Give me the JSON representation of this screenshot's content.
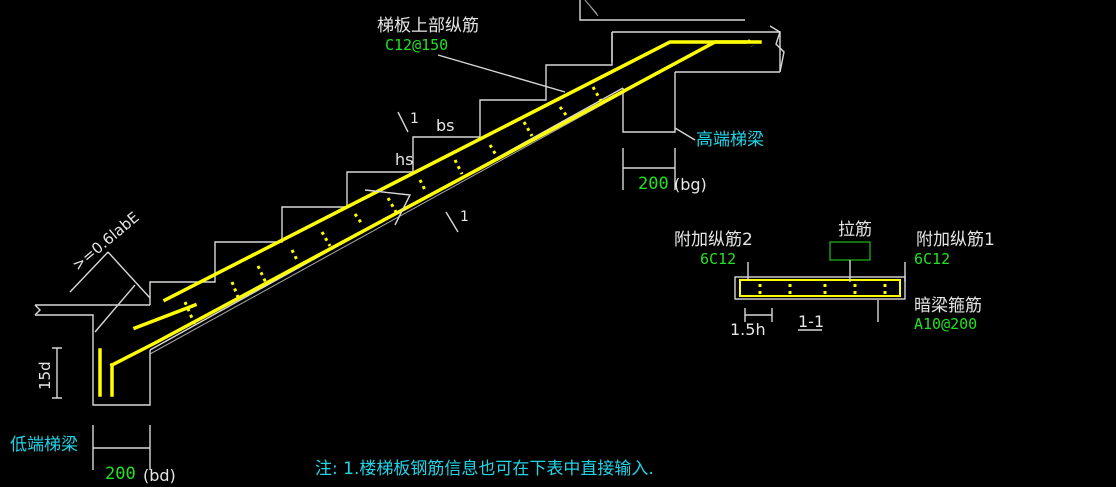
{
  "colors": {
    "background": "#000000",
    "rebar": "#ffff00",
    "outline": "#d8d8d8",
    "value_text": "#22e022",
    "note_text": "#22d3e6"
  },
  "labels": {
    "top_long_rebar": "梯板上部纵筋",
    "top_long_rebar_value": "C12@150",
    "bs": "bs",
    "hs": "hs",
    "section_mark_top": "1",
    "section_mark_bottom": "1",
    "anchor_length": ">=0.6labE",
    "high_end_beam": "高端梯梁",
    "high_end_dim": "200",
    "high_end_dim_suffix": "(bg)",
    "low_end_beam": "低端梯梁",
    "low_end_dim": "200",
    "low_end_dim_suffix": "(bd)",
    "dim_15d": "15d",
    "extra_rebar_2": "附加纵筋2",
    "extra_rebar_2_value": "6C12",
    "tie_bar": "拉筋",
    "extra_rebar_1": "附加纵筋1",
    "extra_rebar_1_value": "6C12",
    "hidden_beam_stirrup": "暗梁箍筋",
    "hidden_beam_stirrup_value": "A10@200",
    "dim_1_5h": "1.5h",
    "section_title": "1-1",
    "note": "注: 1.楼梯板钢筋信息也可在下表中直接输入."
  }
}
